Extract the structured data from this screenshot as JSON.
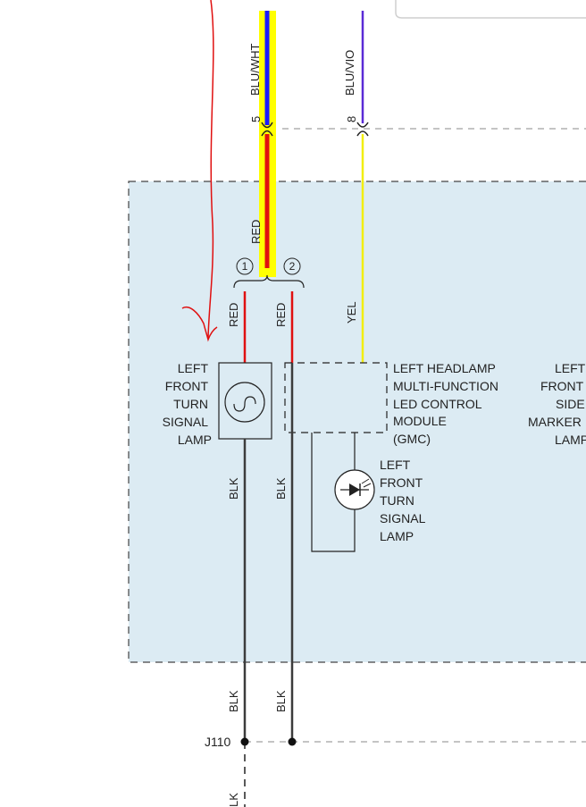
{
  "wires": {
    "top_left_color": "BLU/WHT",
    "top_right_color": "BLU/VIO",
    "left_pin": "5",
    "right_pin": "8",
    "red_main": "RED",
    "branch1_color": "RED",
    "branch2_color": "RED",
    "yel_color": "YEL",
    "blk_left_upper": "BLK",
    "blk_right_upper": "BLK",
    "blk_left_lower": "BLK",
    "blk_right_lower": "BLK",
    "blk_bottom": "LK"
  },
  "splice": {
    "pin1": "1",
    "pin2": "2"
  },
  "connector": {
    "label": "J110"
  },
  "components": {
    "bulb_lamp": [
      "LEFT",
      "FRONT",
      "TURN",
      "SIGNAL",
      "LAMP"
    ],
    "led_module": [
      "LEFT HEADLAMP",
      "MULTI-FUNCTION",
      "LED CONTROL",
      "MODULE",
      "(GMC)"
    ],
    "led_lamp": [
      "LEFT",
      "FRONT",
      "TURN",
      "SIGNAL",
      "LAMP"
    ],
    "side_marker": [
      "LEFT",
      "FRONT",
      "SIDE",
      "MARKER",
      "LAMP"
    ]
  },
  "colors": {
    "blue": "#1a1aff",
    "red": "#e01010",
    "yellow": "#f2ee10",
    "highlight": "#ffff00",
    "violet": "#5a2bd6",
    "black_wire": "#3c3c3c",
    "module_fill": "#dcebf3",
    "annotation": "#e01010"
  }
}
